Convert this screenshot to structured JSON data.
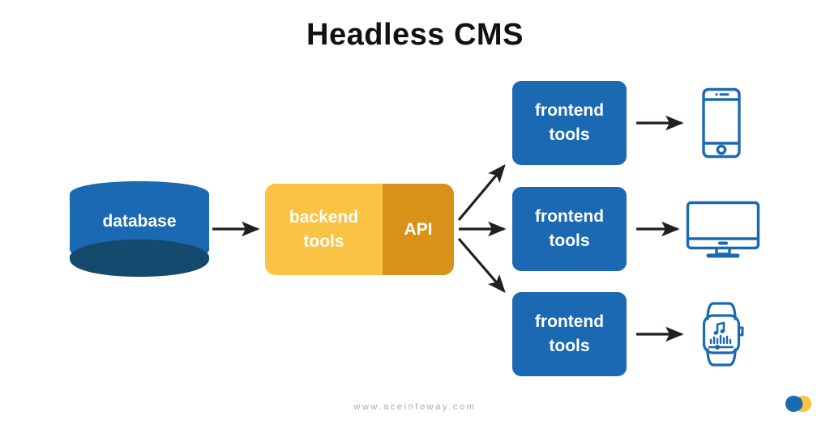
{
  "diagram": {
    "title": "Headless CMS",
    "nodes": {
      "database": {
        "label": "database",
        "shape": "cylinder",
        "color": "#1B69B3",
        "base_color": "#144A6E"
      },
      "backend": {
        "label": "backend\ntools",
        "label_line1": "backend",
        "label_line2": "tools",
        "color": "#FBC344"
      },
      "api": {
        "label": "API",
        "color": "#D8921A"
      },
      "frontends": [
        {
          "label_line1": "frontend",
          "label_line2": "tools",
          "color": "#1B69B3"
        },
        {
          "label_line1": "frontend",
          "label_line2": "tools",
          "color": "#1B69B3"
        },
        {
          "label_line1": "frontend",
          "label_line2": "tools",
          "color": "#1B69B3"
        }
      ],
      "devices": [
        {
          "icon": "smartphone-icon",
          "color": "#1B69B3"
        },
        {
          "icon": "desktop-monitor-icon",
          "color": "#1B69B3"
        },
        {
          "icon": "smartwatch-icon",
          "color": "#1B69B3"
        }
      ]
    },
    "arrows": {
      "color": "#231F20",
      "connections": [
        "database -> backend tools",
        "API -> frontend tools (top)",
        "API -> frontend tools (middle)",
        "API -> frontend tools (bottom)",
        "frontend tools (top) -> smartphone",
        "frontend tools (middle) -> desktop monitor",
        "frontend tools (bottom) -> smartwatch"
      ]
    }
  },
  "footer": {
    "url": "www.aceinfoway.com",
    "logo": {
      "name": "aceinfoway-logo",
      "left_circle_color": "#1B69B3",
      "right_circle_color": "#FBC344"
    }
  }
}
